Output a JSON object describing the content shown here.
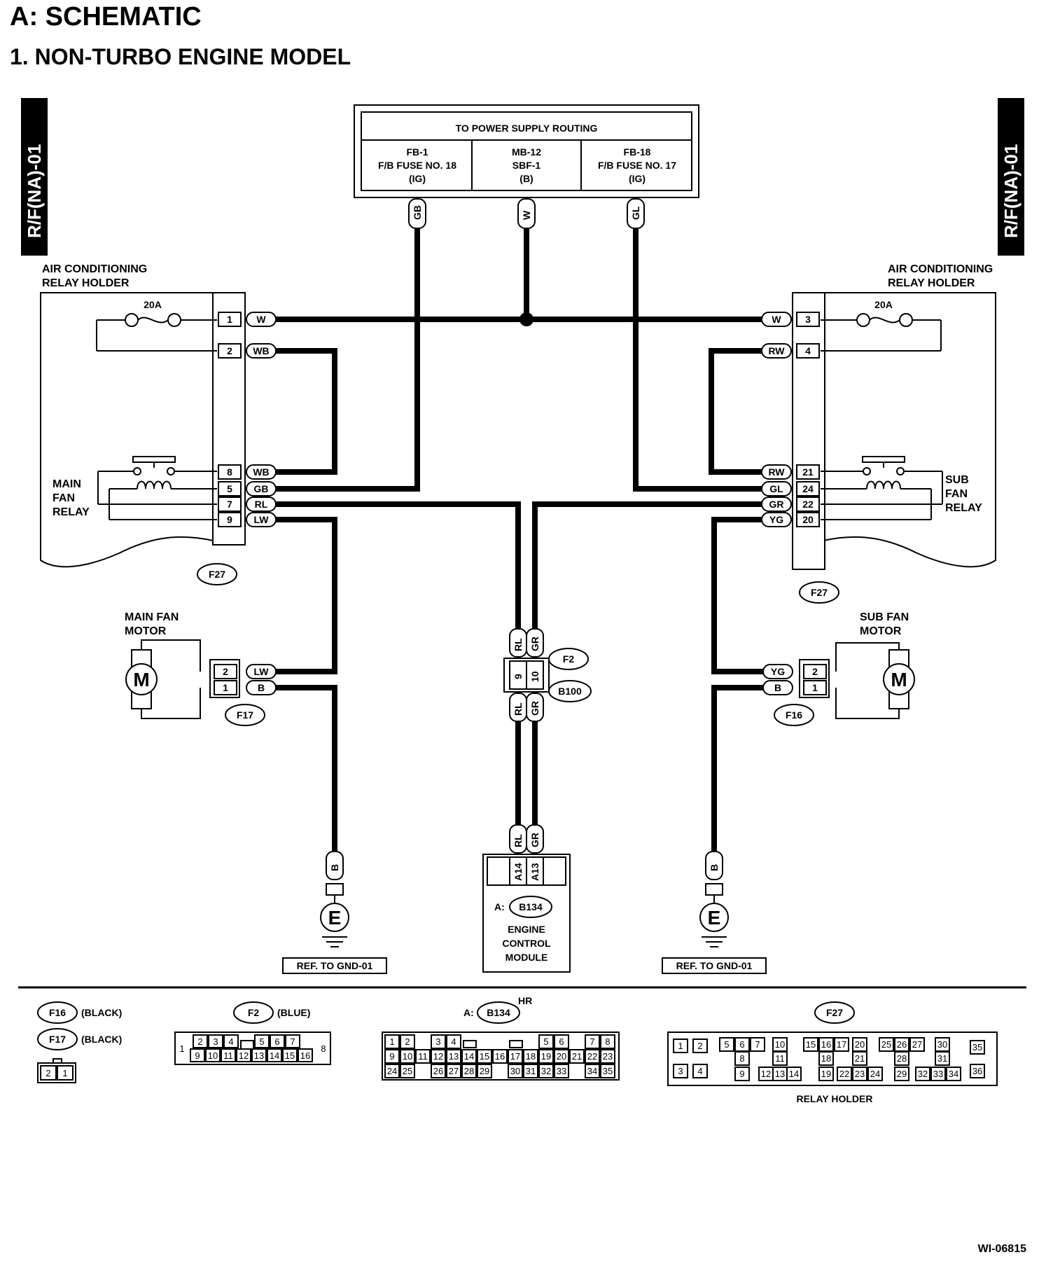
{
  "header": {
    "title": "A:  SCHEMATIC",
    "subtitle": "1.  NON-TURBO ENGINE MODEL"
  },
  "side_tags": {
    "left": "R/F(NA)-01",
    "right": "R/F(NA)-01"
  },
  "power_box": {
    "title": "TO POWER SUPPLY ROUTING",
    "columns": [
      {
        "l1": "FB-1",
        "l2": "F/B FUSE NO. 18",
        "l3": "(IG)",
        "wire": "GB"
      },
      {
        "l1": "MB-12",
        "l2": "SBF-1",
        "l3": "(B)",
        "wire": "W"
      },
      {
        "l1": "FB-18",
        "l2": "F/B FUSE NO. 17",
        "l3": "(IG)",
        "wire": "GL"
      }
    ]
  },
  "left_holder": {
    "title1": "AIR CONDITIONING",
    "title2": "RELAY HOLDER",
    "fuse": "20A",
    "relay1": "MAIN",
    "relay2": "FAN",
    "relay3": "RELAY",
    "connector": "F27",
    "pins": [
      {
        "pin": "1",
        "wire": "W"
      },
      {
        "pin": "2",
        "wire": "WB"
      },
      {
        "pin": "8",
        "wire": "WB"
      },
      {
        "pin": "5",
        "wire": "GB"
      },
      {
        "pin": "7",
        "wire": "RL"
      },
      {
        "pin": "9",
        "wire": "LW"
      }
    ]
  },
  "right_holder": {
    "title1": "AIR CONDITIONING",
    "title2": "RELAY HOLDER",
    "fuse": "20A",
    "relay1": "SUB",
    "relay2": "FAN",
    "relay3": "RELAY",
    "connector": "F27",
    "pins": [
      {
        "pin": "3",
        "wire": "W"
      },
      {
        "pin": "4",
        "wire": "RW"
      },
      {
        "pin": "21",
        "wire": "RW"
      },
      {
        "pin": "24",
        "wire": "GL"
      },
      {
        "pin": "22",
        "wire": "GR"
      },
      {
        "pin": "20",
        "wire": "YG"
      }
    ]
  },
  "main_motor": {
    "title1": "MAIN FAN",
    "title2": "MOTOR",
    "symbol": "M",
    "connector": "F17",
    "pins": [
      {
        "pin": "2",
        "wire": "LW"
      },
      {
        "pin": "1",
        "wire": "B"
      }
    ]
  },
  "sub_motor": {
    "title1": "SUB FAN",
    "title2": "MOTOR",
    "symbol": "M",
    "connector": "F16",
    "pins": [
      {
        "pin": "2",
        "wire": "YG"
      },
      {
        "pin": "1",
        "wire": "B"
      }
    ]
  },
  "center_conn": {
    "upper": {
      "w1": "RL",
      "w2": "GR",
      "c1": "F2"
    },
    "pins": {
      "p1": "9",
      "p2": "10"
    },
    "lower": {
      "w1": "RL",
      "w2": "GR",
      "c2": "B100"
    }
  },
  "ecm": {
    "w1": "RL",
    "w2": "GR",
    "p1": "A14",
    "p2": "A13",
    "prefix": "A:",
    "connector": "B134",
    "l1": "ENGINE",
    "l2": "CONTROL",
    "l3": "MODULE"
  },
  "grounds": {
    "left": {
      "wire": "B",
      "symbol": "E",
      "ref": "REF. TO GND-01"
    },
    "right": {
      "wire": "B",
      "symbol": "E",
      "ref": "REF. TO GND-01"
    }
  },
  "legend": {
    "f16": {
      "name": "F16",
      "color": "(BLACK)"
    },
    "f17": {
      "name": "F17",
      "color": "(BLACK)"
    },
    "f16_cells": [
      "2",
      "1"
    ],
    "f2": {
      "name": "F2",
      "color": "(BLUE)",
      "side": "1",
      "side2": "8",
      "top": [
        "2",
        "3",
        "4",
        "",
        "5",
        "6",
        "7"
      ],
      "bottom": [
        "9",
        "10",
        "11",
        "12",
        "13",
        "14",
        "15",
        "16"
      ]
    },
    "b134": {
      "prefix": "A:",
      "name": "B134",
      "sup": "HR",
      "row1": [
        "1",
        "2",
        "",
        "3",
        "4",
        "",
        "",
        "",
        "",
        "",
        "5",
        "6",
        "",
        "7",
        "8"
      ],
      "row2": [
        "9",
        "10",
        "11",
        "12",
        "13",
        "14",
        "15",
        "16",
        "17",
        "18",
        "19",
        "20",
        "21",
        "22",
        "23"
      ],
      "row3": [
        "24",
        "25",
        "",
        "26",
        "27",
        "28",
        "29",
        "",
        "30",
        "31",
        "32",
        "33",
        "",
        "34",
        "35"
      ]
    },
    "f27": {
      "name": "F27",
      "caption": "RELAY HOLDER",
      "cells": [
        "1",
        "2",
        "3",
        "4",
        "5",
        "6",
        "7",
        "8",
        "9",
        "10",
        "11",
        "12",
        "13",
        "14",
        "15",
        "16",
        "17",
        "18",
        "19",
        "20",
        "21",
        "22",
        "23",
        "24",
        "25",
        "26",
        "27",
        "28",
        "29",
        "30",
        "31",
        "32",
        "33",
        "34",
        "35",
        "36"
      ]
    }
  },
  "footer": {
    "code": "WI-06815"
  }
}
